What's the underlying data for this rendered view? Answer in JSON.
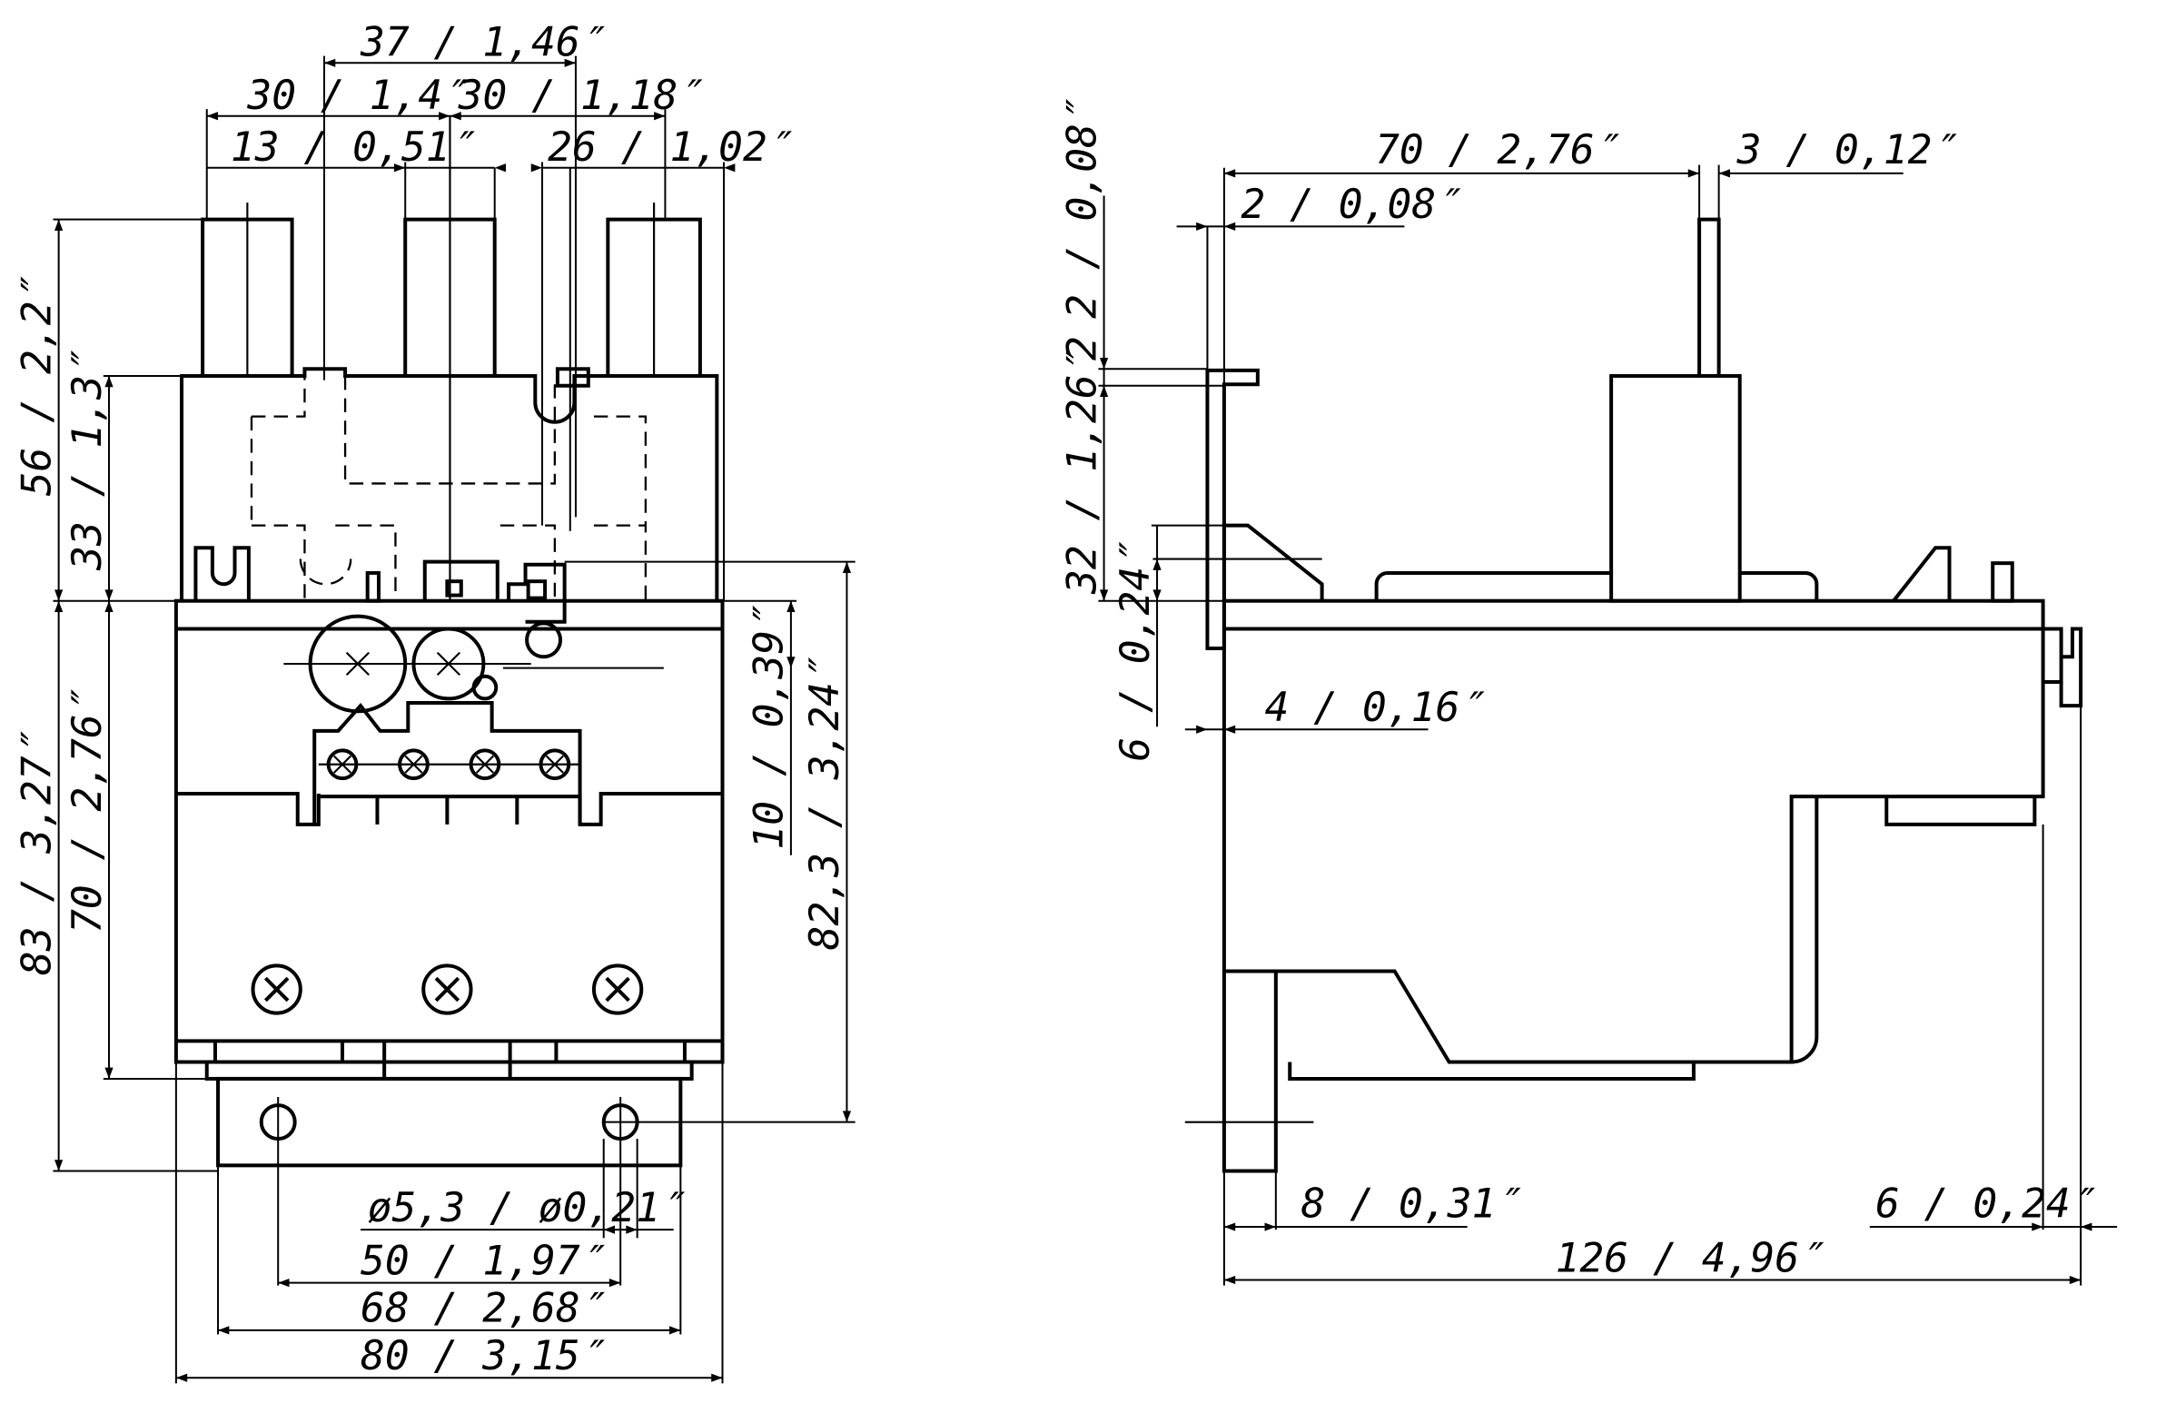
{
  "front_view": {
    "dimensions": {
      "d37": "37 / 1,46″",
      "d30a": "30 / 1,4″",
      "d30b": "30 / 1,18″",
      "d13": "13 / 0,51″",
      "d26": "26 / 1,02″",
      "d56": "56 / 2,2″",
      "d33": "33 / 1,3″",
      "d83": "83 / 3,27″",
      "d70": "70 / 2,76″",
      "d10": "10 / 0,39″",
      "d82": "82,3 / 3,24″",
      "hole": "ø5,3 / ø0,21″",
      "d50": "50 / 1,97″",
      "d68": "68 / 2,68″",
      "d80": "80 / 3,15″"
    }
  },
  "side_view": {
    "dimensions": {
      "d70": "70 / 2,76″",
      "d3": "3 / 0,12″",
      "d2h": "2 / 0,08″",
      "d2v": "2 / 0,08″",
      "d2": "2",
      "d32": "32 / 1,26″",
      "d6v": "6 / 0,24″",
      "d4": "4 / 0,16″",
      "d8": "8 / 0,31″",
      "d6h": "6 / 0,24″",
      "d126": "126 / 4,96″"
    }
  }
}
